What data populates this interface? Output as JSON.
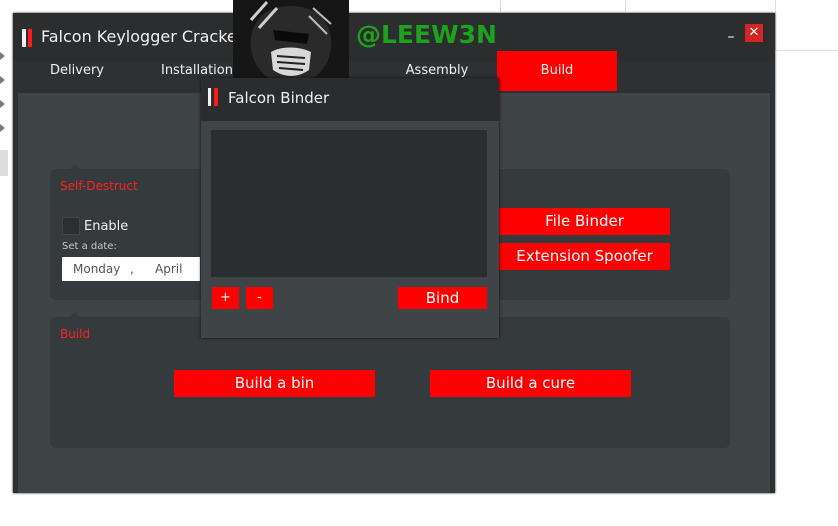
{
  "window": {
    "title": "Falcon Keylogger Cracked B",
    "minimize_glyph": "–",
    "close_glyph": "✕"
  },
  "tabs": [
    {
      "label": "Delivery",
      "active": false
    },
    {
      "label": "Installation",
      "active": false
    },
    {
      "label": "Assembly",
      "active": false
    },
    {
      "label": "Build",
      "active": true
    }
  ],
  "self_destruct": {
    "title": "Self-Destruct",
    "enable_label": "Enable",
    "set_date_label": "Set a date:",
    "date_weekday": "Monday",
    "date_separator": ",",
    "date_month": "April"
  },
  "binder_buttons": {
    "file_binder": "File Binder",
    "extension_spoofer": "Extension Spoofer"
  },
  "build_group": {
    "title": "Build",
    "build_bin": "Build a bin",
    "build_cure": "Build a cure"
  },
  "binder_dialog": {
    "title": "Falcon Binder",
    "add_label": "+",
    "remove_label": "-",
    "bind_label": "Bind"
  },
  "overlay": {
    "watermark": "@LEEW3N"
  },
  "colors": {
    "accent": "#ff0000",
    "window_bg": "#2e3133",
    "panel_bg": "#3f4446",
    "group_bg": "#353a3c",
    "watermark": "#1ea21e"
  }
}
